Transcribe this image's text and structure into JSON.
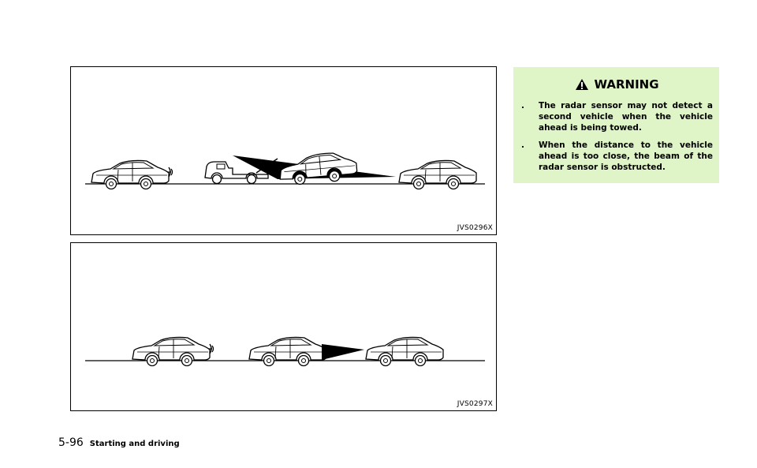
{
  "figures": [
    {
      "code": "JVS0296X"
    },
    {
      "code": "JVS0297X"
    }
  ],
  "warning": {
    "title": "WARNING",
    "items": [
      {
        "bullet": ".",
        "text": "The radar sensor may not detect a second vehicle when the vehicle ahead is being towed."
      },
      {
        "bullet": ".",
        "text": "When the distance to the vehicle ahead is too close, the beam of the radar sensor is obstructed."
      }
    ]
  },
  "footer": {
    "page_number": "5-96",
    "section": "Starting and driving"
  },
  "colors": {
    "warning_background": "#dff5c8"
  }
}
